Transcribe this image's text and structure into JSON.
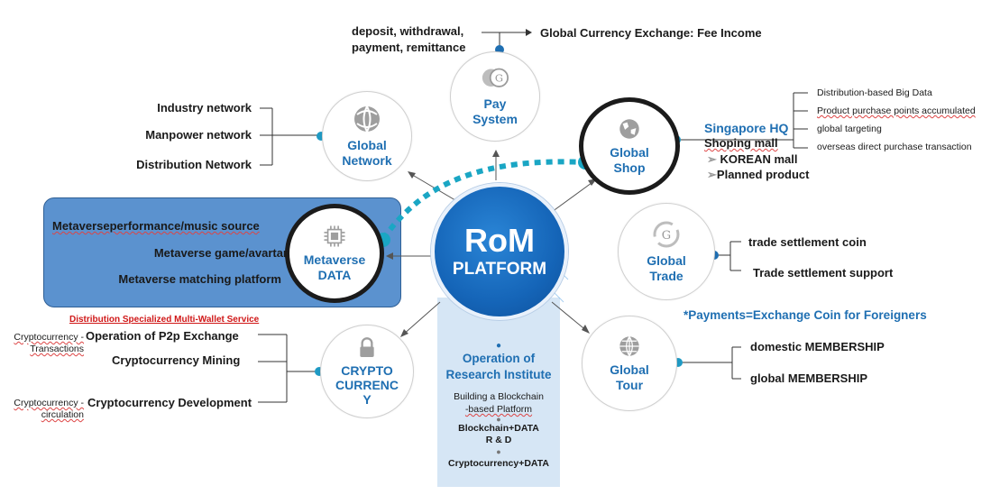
{
  "center": {
    "title": "RoM",
    "subtitle": "PLATFORM"
  },
  "pay": {
    "label1": "Pay",
    "label2": "System",
    "left_line1": "deposit, withdrawal,",
    "left_line2": "payment,  remittance",
    "right": "Global Currency Exchange: Fee Income"
  },
  "network": {
    "label1": "Global",
    "label2": "Network",
    "items": [
      "Industry network",
      "Manpower network",
      "Distribution Network"
    ]
  },
  "shop": {
    "label1": "Global",
    "label2": "Shop",
    "hq1": "Singapore HQ",
    "hq2": "Shoping mall",
    "sub1": "KOREAN mall",
    "sub2": "Planned product",
    "right_items": [
      "Distribution-based Big Data",
      "Product purchase points accumulated",
      "global targeting",
      "overseas direct purchase transaction"
    ]
  },
  "meta": {
    "label1": "Metaverse",
    "label2": "DATA",
    "items": [
      "Metaverseperformance/music source",
      "Metaverse game/avartar",
      "Metaverse matching platform"
    ]
  },
  "trade": {
    "label1": "Global",
    "label2": "Trade",
    "items": [
      "trade settlement coin",
      "Trade settlement support"
    ]
  },
  "payments_note": "*Payments=Exchange Coin for Foreigners",
  "crypto": {
    "label1": "CRYPTO",
    "label2": "CURRENC",
    "label3": "Y",
    "red_title": "Distribution Specialized Multi-Wallet Service",
    "small1a": "Cryptocurrency -",
    "small1b": "Transactions",
    "item1": "Operation of P2p Exchange",
    "item2": "Cryptocurrency Mining",
    "small3a": "Cryptocurrency -",
    "small3b": "circulation",
    "item3": "Cryptocurrency  Development"
  },
  "tour": {
    "label1": "Global",
    "label2": "Tour",
    "items": [
      "domestic MEMBERSHIP",
      "global  MEMBERSHIP"
    ]
  },
  "research": {
    "title1": "Operation of",
    "title2": "Research Institute",
    "line1": "Building a Blockchain",
    "line2": "-based Platform",
    "item2a": "Blockchain+DATA",
    "item2b": "R & D",
    "item3": "Cryptocurrency+DATA"
  },
  "colors": {
    "accent": "#1f6fb2",
    "center": "#1565b8",
    "panel": "#5b92cf",
    "research_bg": "#d6e6f5",
    "dots": "#1aa6c4"
  },
  "icons": {
    "pay": "coin-g-icon",
    "network": "globe-network-icon",
    "shop": "globe-shop-icon",
    "meta": "chip-icon",
    "trade": "coin-cycle-icon",
    "crypto": "lock-icon",
    "tour": "globe-icon"
  }
}
